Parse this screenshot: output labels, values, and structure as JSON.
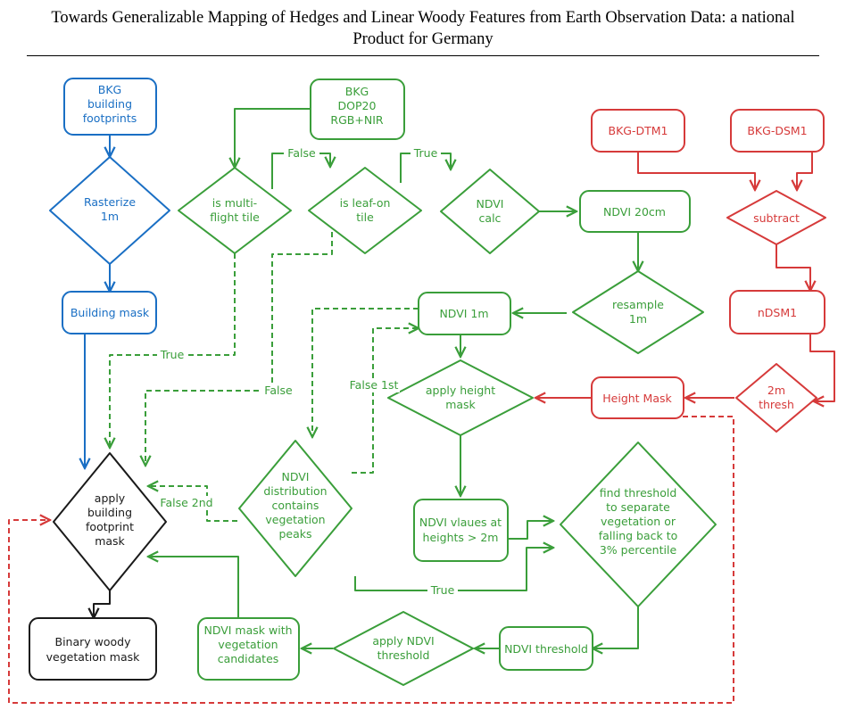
{
  "header": {
    "line1": "Towards Generalizable Mapping of Hedges and Linear Woody Features from Earth Observation Data: a national",
    "line2": "Product for Germany"
  },
  "colors": {
    "blue": "#1a6fc4",
    "green": "#3a9e3a",
    "red": "#d63a3a",
    "black": "#1a1a1a"
  },
  "nodes": {
    "bkg_footprints": [
      "BKG",
      "building",
      "footprints"
    ],
    "rasterize": [
      "Rasterize",
      "1m"
    ],
    "building_mask": [
      "Building mask"
    ],
    "apply_footprint_mask": [
      "apply",
      "building",
      "footprint",
      "mask"
    ],
    "binary_mask": [
      "Binary woody",
      "vegetation mask"
    ],
    "bkg_dop20": [
      "BKG",
      "DOP20",
      "RGB+NIR"
    ],
    "multi_flight": [
      "is multi-",
      "flight tile"
    ],
    "leaf_on": [
      "is leaf-on",
      "tile"
    ],
    "ndvi_calc": [
      "NDVI",
      "calc"
    ],
    "ndvi_20cm": [
      "NDVI 20cm"
    ],
    "resample": [
      "resample",
      "1m"
    ],
    "ndvi_1m": [
      "NDVI 1m"
    ],
    "apply_height_mask": [
      "apply height",
      "mask"
    ],
    "ndvi_distribution": [
      "NDVI",
      "distribution",
      "contains",
      "vegetation",
      "peaks"
    ],
    "ndvi_values": [
      "NDVI vlaues at",
      "heights > 2m"
    ],
    "find_threshold": [
      "find threshold",
      "to separate",
      "vegetation or",
      "falling back to",
      "3% percentile"
    ],
    "ndvi_threshold": [
      "NDVI threshold"
    ],
    "apply_ndvi_threshold": [
      "apply NDVI",
      "threshold"
    ],
    "ndvi_mask": [
      "NDVI mask with",
      "vegetation",
      "candidates"
    ],
    "bkg_dtm1": [
      "BKG-DTM1"
    ],
    "bkg_dsm1": [
      "BKG-DSM1"
    ],
    "subtract": [
      "subtract"
    ],
    "ndsm1": [
      "nDSM1"
    ],
    "thresh_2m": [
      "2m",
      "thresh"
    ],
    "height_mask": [
      "Height Mask"
    ]
  },
  "edge_labels": {
    "false_leaf": "False",
    "true_ndvi": "True",
    "true_multi": "True",
    "false_multi": "False",
    "false_1st": "False 1st",
    "false_2nd": "False 2nd",
    "true_peaks": "True"
  }
}
